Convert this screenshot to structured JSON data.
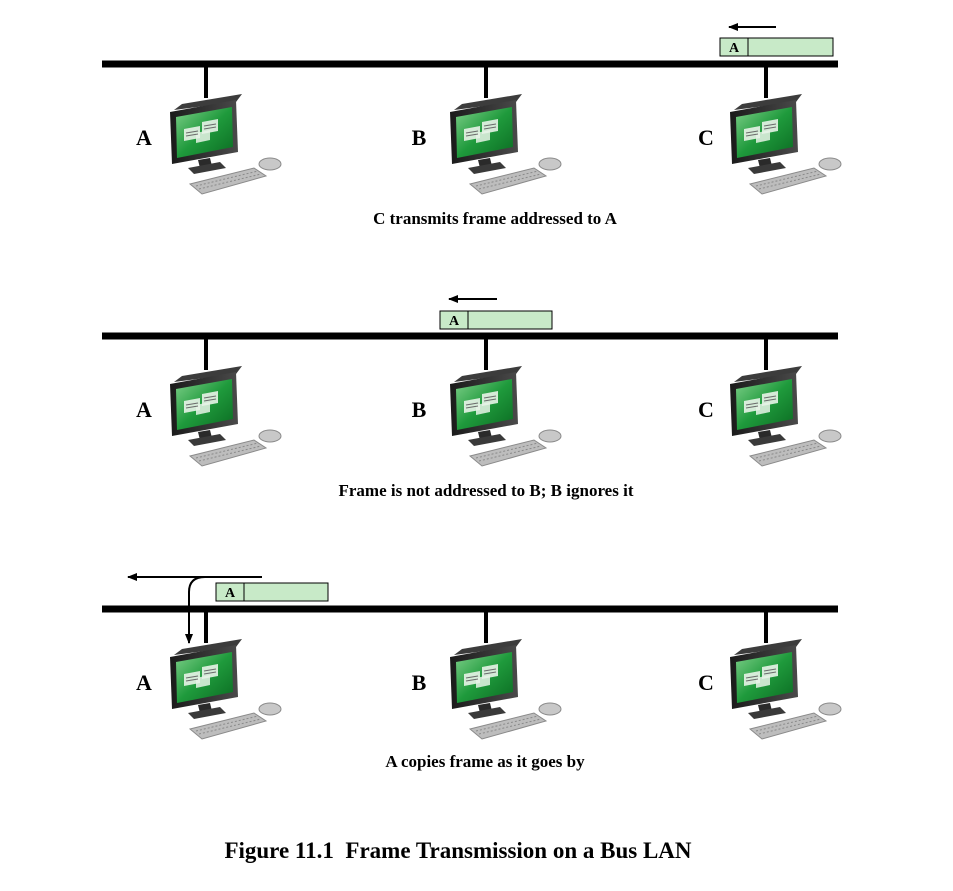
{
  "figure": {
    "title": "Figure 11.1  Frame Transmission on a Bus LAN"
  },
  "colors": {
    "bus": "#000000",
    "frame_fill": "#c8eac8",
    "screen_green": "#1f9a3c",
    "monitor_body": "#2b2b2b",
    "keyboard": "#cfcfcf"
  },
  "icons": {
    "computer": "desktop-computer-icon",
    "arrow": "left-arrow-icon"
  },
  "panels": [
    {
      "id": "step1",
      "caption": "C transmits frame addressed to A",
      "stations": [
        {
          "label": "A"
        },
        {
          "label": "B"
        },
        {
          "label": "C"
        }
      ],
      "frame": {
        "address": "A",
        "position": "at-C"
      },
      "copy_arrow": false
    },
    {
      "id": "step2",
      "caption": "Frame is not addressed to B; B ignores it",
      "stations": [
        {
          "label": "A"
        },
        {
          "label": "B"
        },
        {
          "label": "C"
        }
      ],
      "frame": {
        "address": "A",
        "position": "at-B"
      },
      "copy_arrow": false
    },
    {
      "id": "step3",
      "caption": "A copies frame as it goes by",
      "stations": [
        {
          "label": "A"
        },
        {
          "label": "B"
        },
        {
          "label": "C"
        }
      ],
      "frame": {
        "address": "A",
        "position": "at-A"
      },
      "copy_arrow": true
    }
  ]
}
